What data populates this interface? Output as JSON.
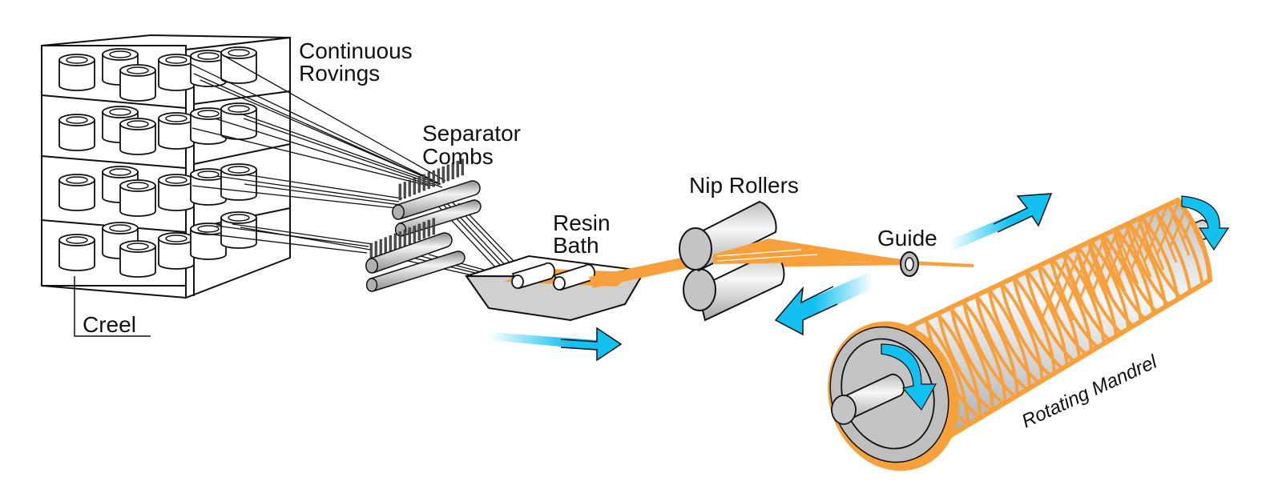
{
  "title": "Filament Winding Process",
  "labels": {
    "continuous_rovings_line1": "Continuous",
    "continuous_rovings_line2": "Rovings",
    "separator_combs_line1": "Separator",
    "separator_combs_line2": "Combs",
    "resin_bath_line1": "Resin",
    "resin_bath_line2": "Bath",
    "nip_rollers": "Nip Rollers",
    "guide": "Guide",
    "creel": "Creel",
    "rotating_mandrel": "Rotating Mandrel"
  },
  "colors": {
    "fiber_resin": "#f7a03c",
    "arrow": "#12c1f0",
    "metal_light": "#f2f2f2",
    "metal_dark": "#a8a8a8",
    "outline": "#111111"
  }
}
